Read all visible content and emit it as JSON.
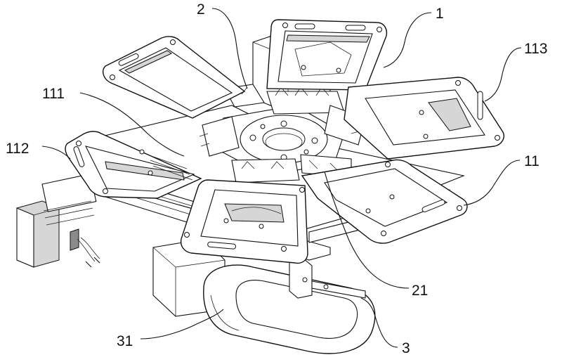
{
  "figure": {
    "labels": {
      "l1": "1",
      "l2": "2",
      "l113": "113",
      "l111": "111",
      "l112": "112",
      "l11": "11",
      "l21": "21",
      "l31": "31",
      "l3": "3"
    }
  }
}
